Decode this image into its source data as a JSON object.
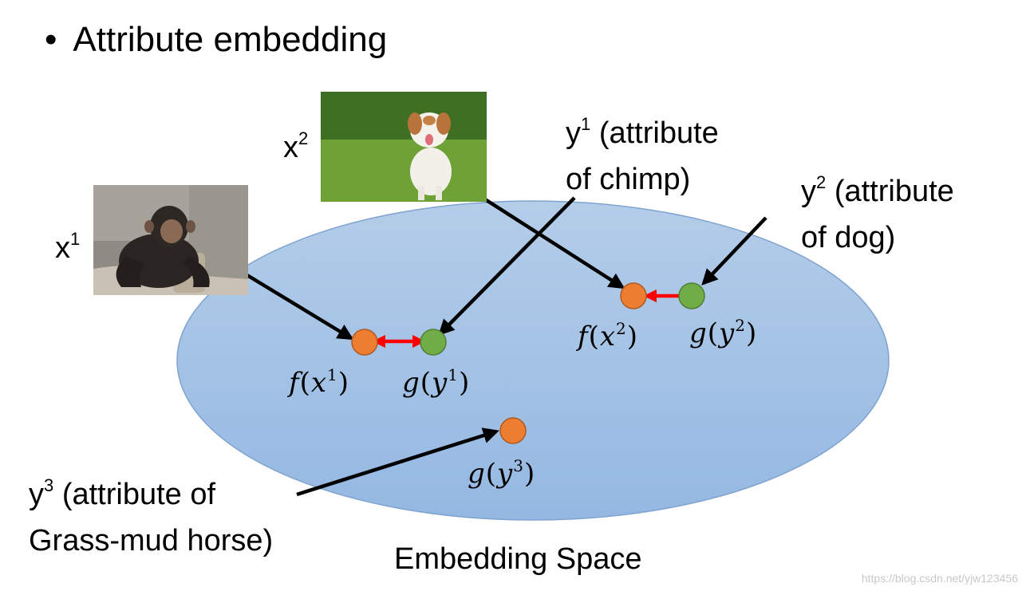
{
  "title": {
    "bullet": "•",
    "text": "Attribute embedding"
  },
  "space_label": "Embedding Space",
  "images": {
    "x1": {
      "label_base": "x",
      "label_sup": "1",
      "subject": "chimp-photo"
    },
    "x2": {
      "label_base": "x",
      "label_sup": "2",
      "subject": "dog-photo"
    }
  },
  "attributes": {
    "y1": {
      "base": "y",
      "sup": "1",
      "line1": "(attribute",
      "line2": "of chimp)"
    },
    "y2": {
      "base": "y",
      "sup": "2",
      "line1": "(attribute",
      "line2": "of dog)"
    },
    "y3": {
      "base": "y",
      "sup": "3",
      "line1": "(attribute of",
      "line2": "Grass-mud horse)"
    }
  },
  "points": {
    "f_x1": {
      "fn": "f",
      "var": "x",
      "sup": "1"
    },
    "g_y1": {
      "fn": "g",
      "var": "y",
      "sup": "1"
    },
    "f_x2": {
      "fn": "f",
      "var": "x",
      "sup": "2"
    },
    "g_y2": {
      "fn": "g",
      "var": "y",
      "sup": "2"
    },
    "g_y3": {
      "fn": "g",
      "var": "y",
      "sup": "3"
    }
  },
  "colors": {
    "ellipse_top": "#b4cde9",
    "ellipse_bottom": "#94b8e2",
    "ellipse_stroke": "#7fa3cf",
    "orange": "#ed7d31",
    "green": "#70ad47",
    "pair_arrow": "#ff0000",
    "arrow": "#000000"
  },
  "watermark": "https://blog.csdn.net/yjw123456"
}
